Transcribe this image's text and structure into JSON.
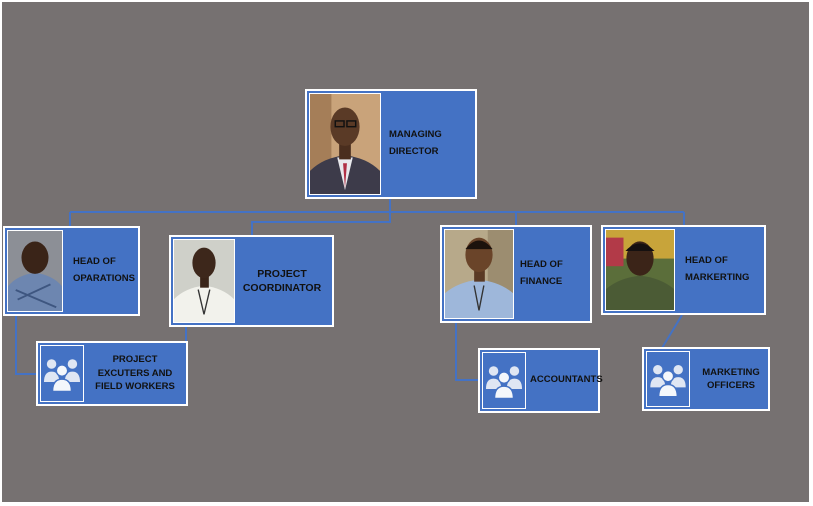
{
  "colors": {
    "canvas": "#767171",
    "box": "#4472c4",
    "border": "#ffffff",
    "connector": "#4472c4",
    "text": "#111111"
  },
  "nodes": {
    "managing_director": {
      "label": "MANAGING DIRECTOR",
      "icon": "person-photo"
    },
    "head_of_operations": {
      "label": "HEAD OF OPARATIONS",
      "icon": "person-photo"
    },
    "project_coordinator": {
      "label": "PROJECT COORDINATOR",
      "icon": "person-photo"
    },
    "head_of_finance": {
      "label": "HEAD OF FINANCE",
      "icon": "person-photo"
    },
    "head_of_marketing": {
      "label": "HEAD OF MARKERTING",
      "icon": "person-photo"
    },
    "project_executers": {
      "label": "PROJECT EXCUTERS AND FIELD WORKERS",
      "icon": "group-icon"
    },
    "accountants": {
      "label": "ACCOUNTANTS",
      "icon": "group-icon"
    },
    "marketing_officers": {
      "label": "MARKETING OFFICERS",
      "icon": "group-icon"
    }
  },
  "edges": [
    [
      "managing_director",
      "head_of_operations"
    ],
    [
      "managing_director",
      "project_coordinator"
    ],
    [
      "managing_director",
      "head_of_finance"
    ],
    [
      "managing_director",
      "head_of_marketing"
    ],
    [
      "head_of_operations",
      "project_executers"
    ],
    [
      "project_coordinator",
      "project_executers"
    ],
    [
      "head_of_finance",
      "accountants"
    ],
    [
      "head_of_marketing",
      "marketing_officers"
    ]
  ]
}
